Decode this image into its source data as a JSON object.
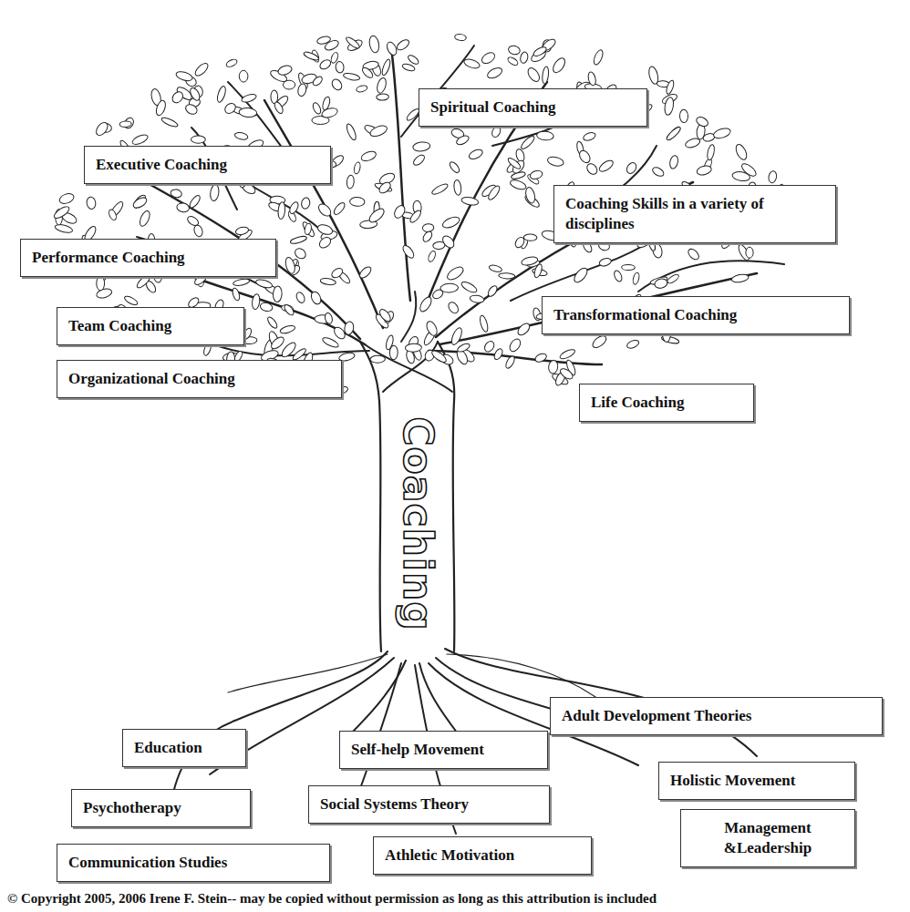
{
  "diagram": {
    "nodes": [
      {
        "text": [
          "Spiritual Coaching"
        ]
      },
      {
        "text": [
          "Executive Coaching"
        ]
      },
      {
        "text": [
          "Coaching Skills in a variety of disciplines"
        ]
      },
      {
        "text": [
          "Performance Coaching"
        ]
      },
      {
        "text": [
          "Transformational Coaching"
        ]
      },
      {
        "text": [
          "Team Coaching"
        ]
      },
      {
        "text": [
          "Organizational Coaching"
        ]
      },
      {
        "text": [
          "Life Coaching"
        ]
      },
      {
        "text": [
          "Adult Development Theories"
        ]
      },
      {
        "text": [
          "Education"
        ]
      },
      {
        "text": [
          "Self-help Movement"
        ]
      },
      {
        "text": [
          "Holistic Movement"
        ]
      },
      {
        "text": [
          "Social Systems Theory"
        ]
      },
      {
        "text": [
          "Psychotherapy"
        ]
      },
      {
        "text": [
          "Management &Leadership"
        ]
      },
      {
        "text": [
          "Athletic Motivation"
        ]
      },
      {
        "text": [
          "Communication Studies"
        ]
      }
    ],
    "labels": [
      "Coaching",
      "© Copyright 2005, 2006 Irene F. Stein-- may be copied without permission as long as this attribution is included"
    ]
  }
}
